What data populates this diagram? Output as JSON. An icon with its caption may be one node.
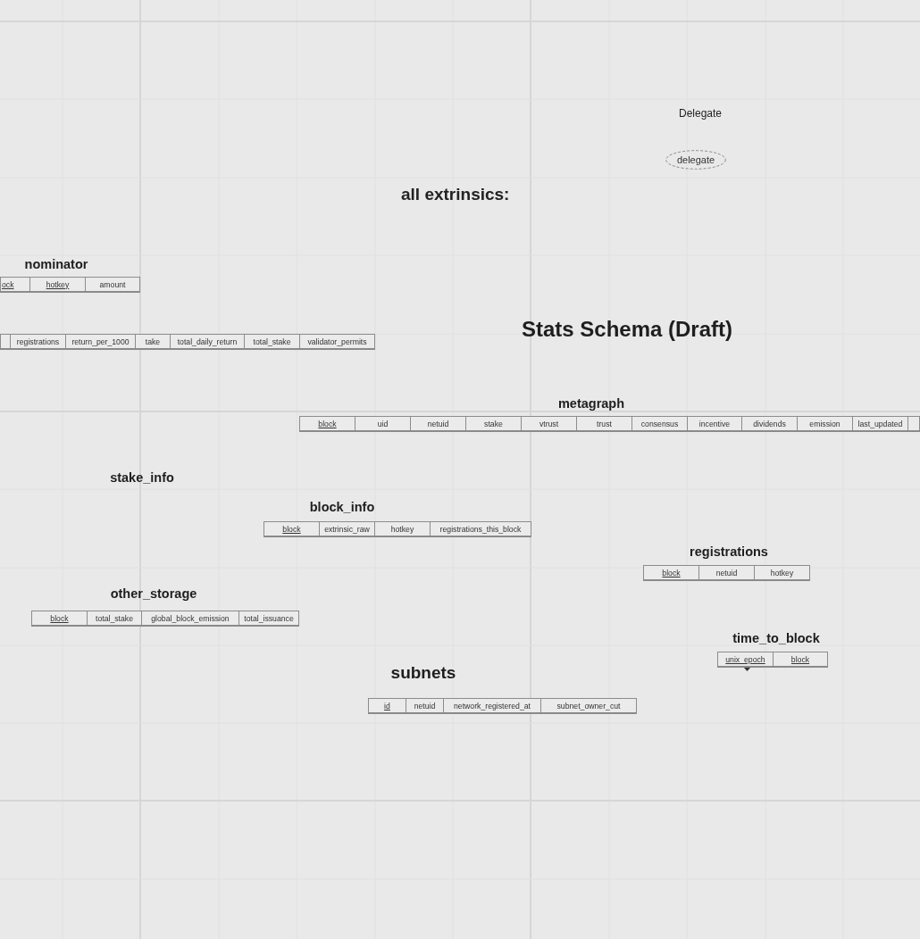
{
  "diagram": {
    "title": "Stats Schema (Draft)",
    "nodes": [
      {
        "text": [
          "delegate"
        ]
      },
      {
        "text": [
          "nominator"
        ]
      },
      {
        "text": [
          "ock"
        ],
        "in": 1
      },
      {
        "text": [
          "hotkey"
        ],
        "in": 1
      },
      {
        "text": [
          "amount"
        ],
        "in": 1
      },
      {
        "text": [],
        "shape": "box"
      },
      {
        "text": [
          "registrations"
        ]
      },
      {
        "text": [
          "return_per_1000"
        ]
      },
      {
        "text": [
          "take"
        ]
      },
      {
        "text": [
          "total_daily_return"
        ]
      },
      {
        "text": [
          "total_stake"
        ]
      },
      {
        "text": [
          "validator_permits"
        ]
      },
      {
        "text": [
          "metagraph"
        ]
      },
      {
        "text": [
          "block"
        ],
        "in": 12
      },
      {
        "text": [
          "uid"
        ],
        "in": 12
      },
      {
        "text": [
          "netuid"
        ],
        "in": 12
      },
      {
        "text": [
          "stake"
        ],
        "in": 12
      },
      {
        "text": [
          "vtrust"
        ],
        "in": 12
      },
      {
        "text": [
          "trust"
        ],
        "in": 12
      },
      {
        "text": [
          "consensus"
        ],
        "in": 12
      },
      {
        "text": [
          "incentive"
        ],
        "in": 12
      },
      {
        "text": [
          "dividends"
        ],
        "in": 12
      },
      {
        "text": [
          "emission"
        ],
        "in": 12
      },
      {
        "text": [
          "last_updated"
        ],
        "in": 12
      },
      {
        "text": [],
        "shape": "box",
        "in": 12
      },
      {
        "text": [
          "stake_info"
        ]
      },
      {
        "text": [
          "block_info"
        ]
      },
      {
        "text": [
          "block"
        ],
        "in": 26
      },
      {
        "text": [
          "extrinsic_raw"
        ],
        "in": 26
      },
      {
        "text": [
          "hotkey"
        ],
        "in": 26
      },
      {
        "text": [
          "registrations_this_block"
        ],
        "in": 26
      },
      {
        "text": [
          "registrations"
        ]
      },
      {
        "text": [
          "block"
        ],
        "in": 31
      },
      {
        "text": [
          "netuid"
        ],
        "in": 31
      },
      {
        "text": [
          "hotkey"
        ],
        "in": 31
      },
      {
        "text": [
          "other_storage"
        ]
      },
      {
        "text": [
          "block"
        ],
        "in": 35
      },
      {
        "text": [
          "total_stake"
        ],
        "in": 35
      },
      {
        "text": [
          "global_block_emission"
        ],
        "in": 35
      },
      {
        "text": [
          "total_issuance"
        ],
        "in": 35
      },
      {
        "text": [
          "time_to_block"
        ]
      },
      {
        "text": [
          "unix_epoch"
        ],
        "in": 40
      },
      {
        "text": [
          "block"
        ],
        "in": 40
      },
      {
        "text": [
          "subnets"
        ]
      },
      {
        "text": [
          "id"
        ],
        "in": 43
      },
      {
        "text": [
          "netuid"
        ],
        "in": 43
      },
      {
        "text": [
          "network_registered_at"
        ],
        "in": 43
      },
      {
        "text": [
          "subnet_owner_cut"
        ],
        "in": 43
      }
    ],
    "labels": [
      "Delegate",
      "all extrinsics:"
    ]
  }
}
